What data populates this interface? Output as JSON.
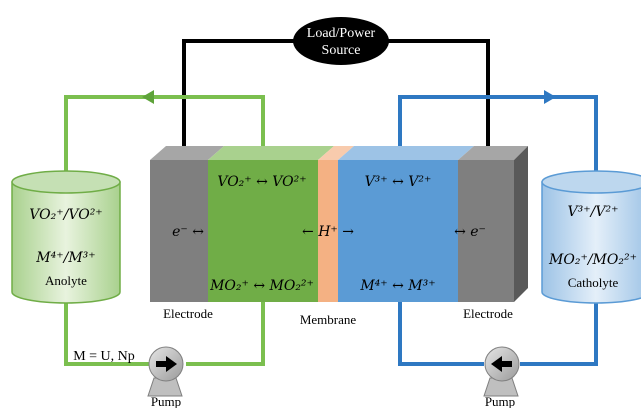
{
  "load": {
    "line1": "Load/Power",
    "line2": "Source"
  },
  "anolyte_tank": {
    "couple1": "VO₂⁺/VO²⁺",
    "couple2": "M⁴⁺/M³⁺",
    "label": "Anolyte"
  },
  "catholyte_tank": {
    "couple1": "V³⁺/V²⁺",
    "couple2": "MO₂⁺/MO₂²⁺",
    "label": "Catholyte"
  },
  "cell": {
    "green_top": "VO₂⁺ ↔ VO²⁺",
    "green_bottom": "MO₂⁺ ↔ MO₂²⁺",
    "blue_top": "V³⁺ ↔ V²⁺",
    "blue_bottom": "M⁴⁺ ↔ M³⁺",
    "left_electron": "e⁻ ↔",
    "proton": "← H⁺ →",
    "right_electron": "↔ e⁻"
  },
  "labels": {
    "electrode_left": "Electrode",
    "electrode_right": "Electrode",
    "membrane": "Membrane",
    "metal_note": "M = U, Np",
    "pump_left": "Pump",
    "pump_right": "Pump"
  },
  "colors": {
    "green": "#7bbf4f",
    "green_dark": "#5ea33a",
    "blue": "#2e78c2",
    "blue_fill": "#5b9bd5",
    "orange": "#f4b183",
    "electrode": "#7f7f7f",
    "black": "#000000"
  }
}
